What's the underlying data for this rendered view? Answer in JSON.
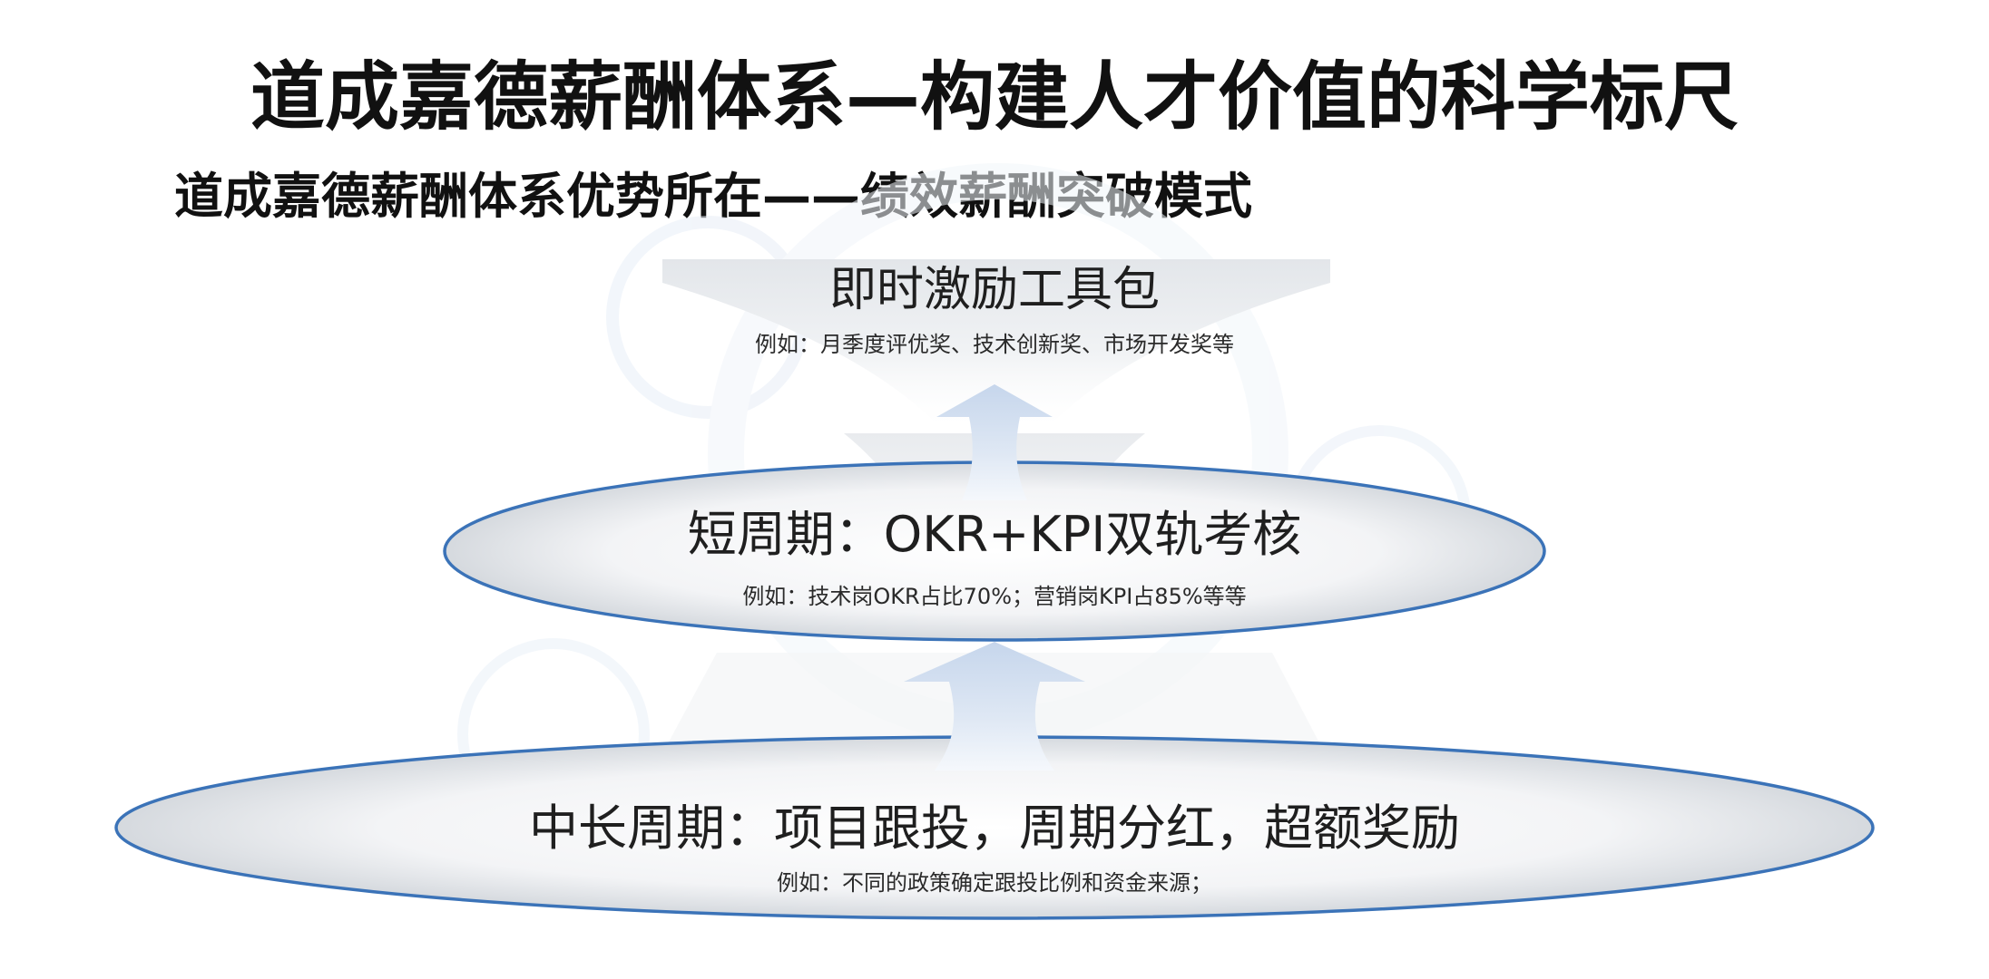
{
  "header": {
    "title": "道成嘉德薪酬体系—构建人才价值的科学标尺",
    "subtitle": "道成嘉德薪酬体系优势所在——绩效薪酬突破模式"
  },
  "tiers": [
    {
      "heading": "即时激励工具包",
      "example": "例如：月季度评优奖、技术创新奖、市场开发奖等"
    },
    {
      "heading": "短周期：OKR+KPI双轨考核",
      "example": "例如：技术岗OKR占比70%；营销岗KPI占85%等等"
    },
    {
      "heading": "中长周期：项目跟投，周期分红，超额奖励",
      "example": "例如：不同的政策确定跟投比例和资金来源；"
    }
  ],
  "colors": {
    "ellipse_stroke": "#3b73b8",
    "arrow_fill": "#c9d9ee",
    "funnel_fill": "#e7eaee",
    "watermark": "#e9eff7"
  }
}
